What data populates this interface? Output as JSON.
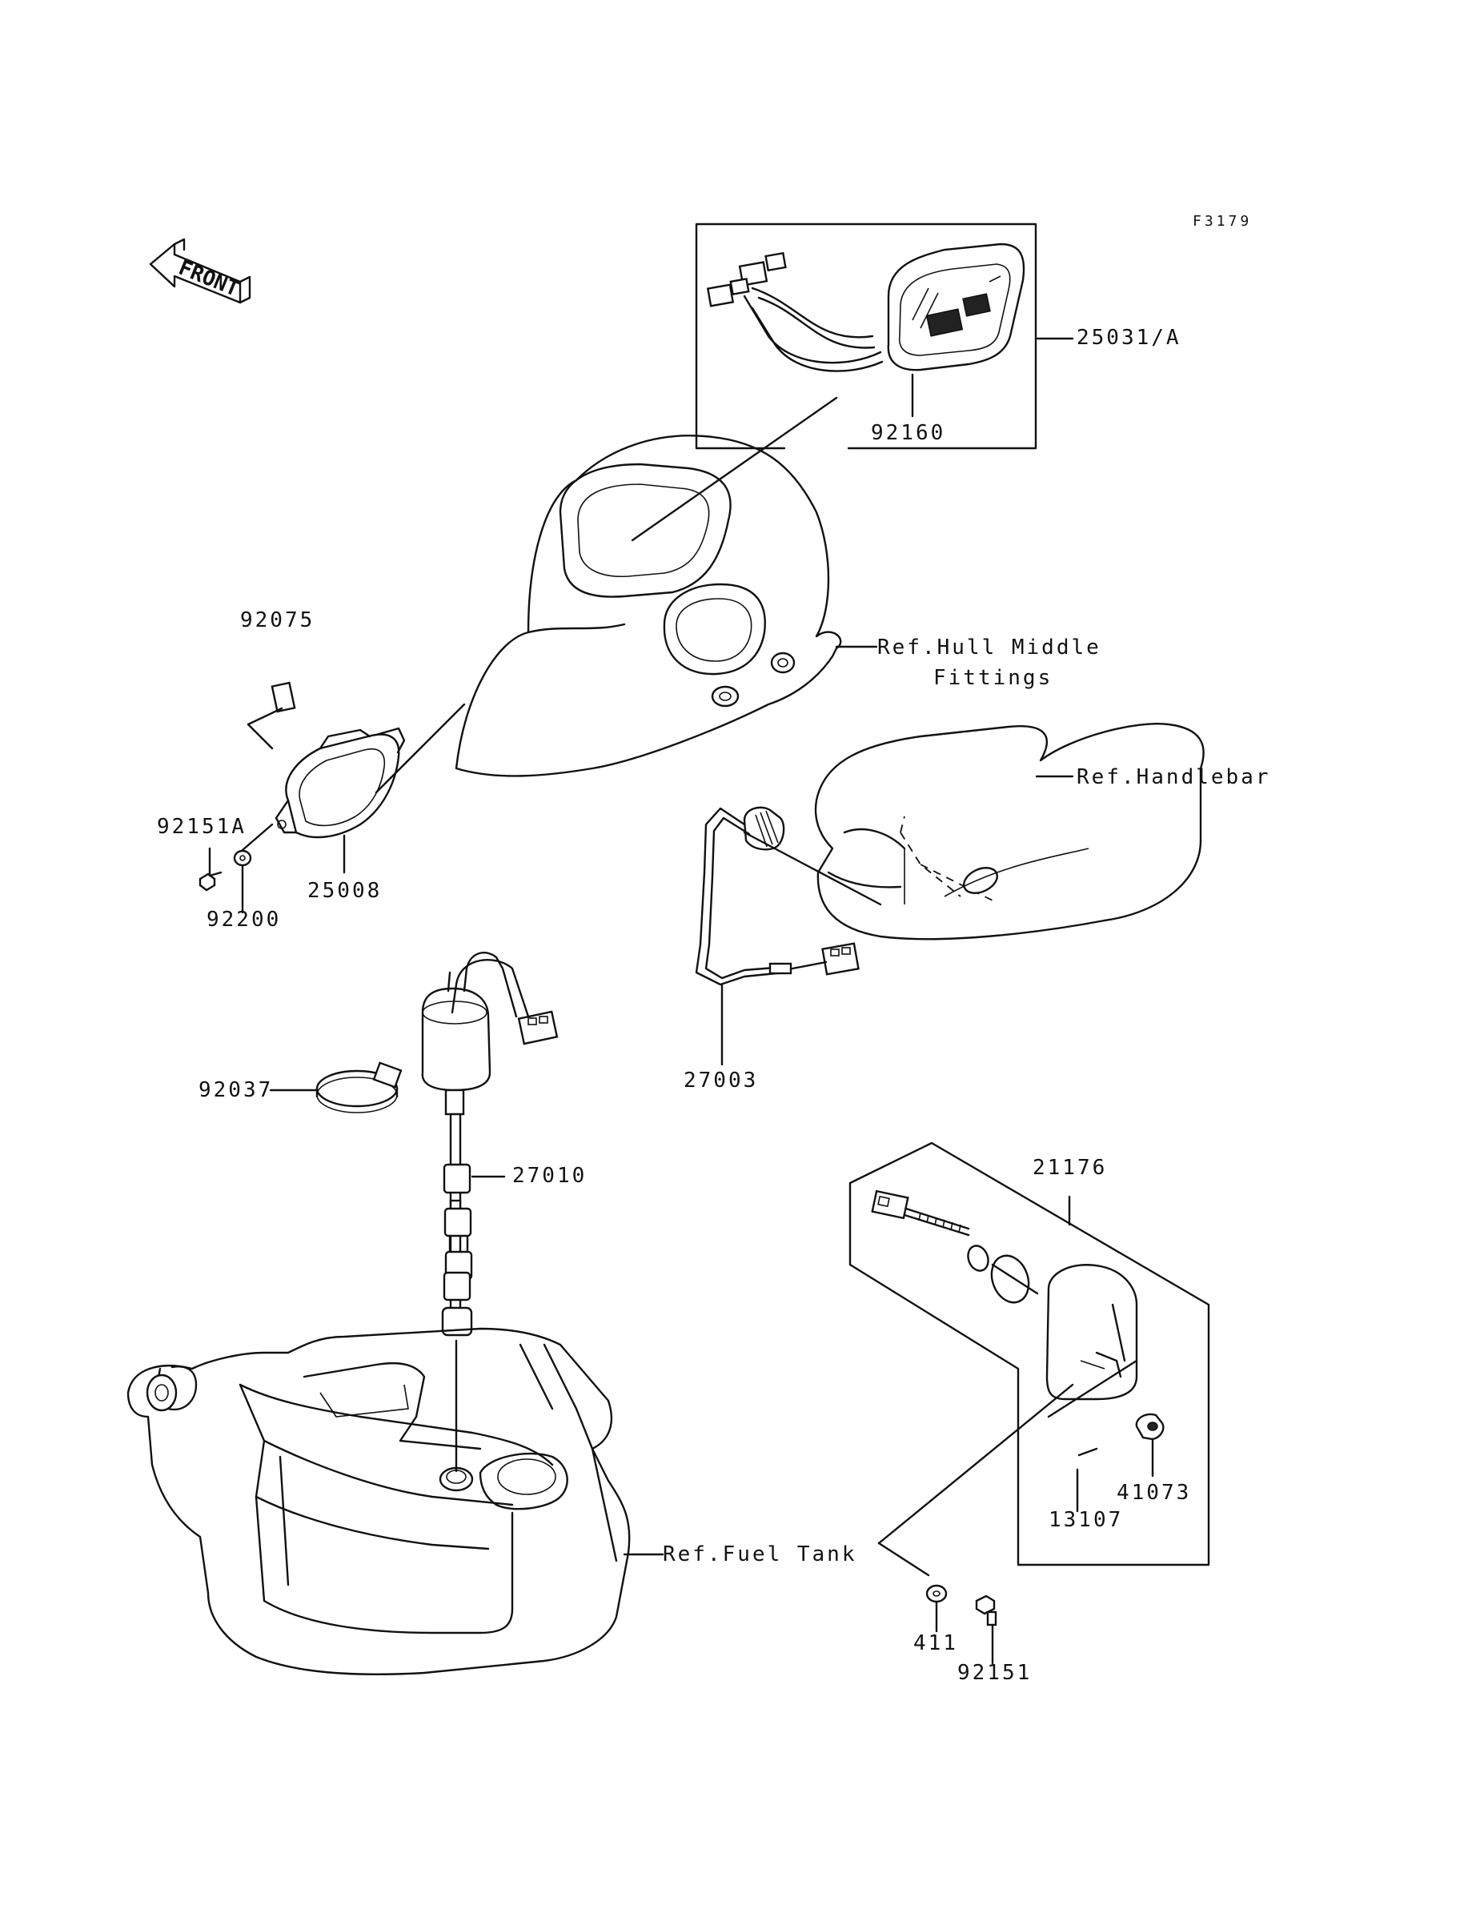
{
  "figure_code": "F3179",
  "front_arrow_text": "FRONT",
  "parts": {
    "p25031A": "25031/A",
    "p92160": "92160",
    "p92075": "92075",
    "p92151A": "92151A",
    "p25008": "25008",
    "p92200": "92200",
    "p27003": "27003",
    "p92037": "92037",
    "p27010": "27010",
    "p21176": "21176",
    "p41073": "41073",
    "p13107": "13107",
    "p411": "411",
    "p92151": "92151"
  },
  "refs": {
    "hull_line1": "Ref.Hull Middle",
    "hull_line2": "Fittings",
    "handlebar": "Ref.Handlebar",
    "fuel_tank": "Ref.Fuel Tank"
  }
}
